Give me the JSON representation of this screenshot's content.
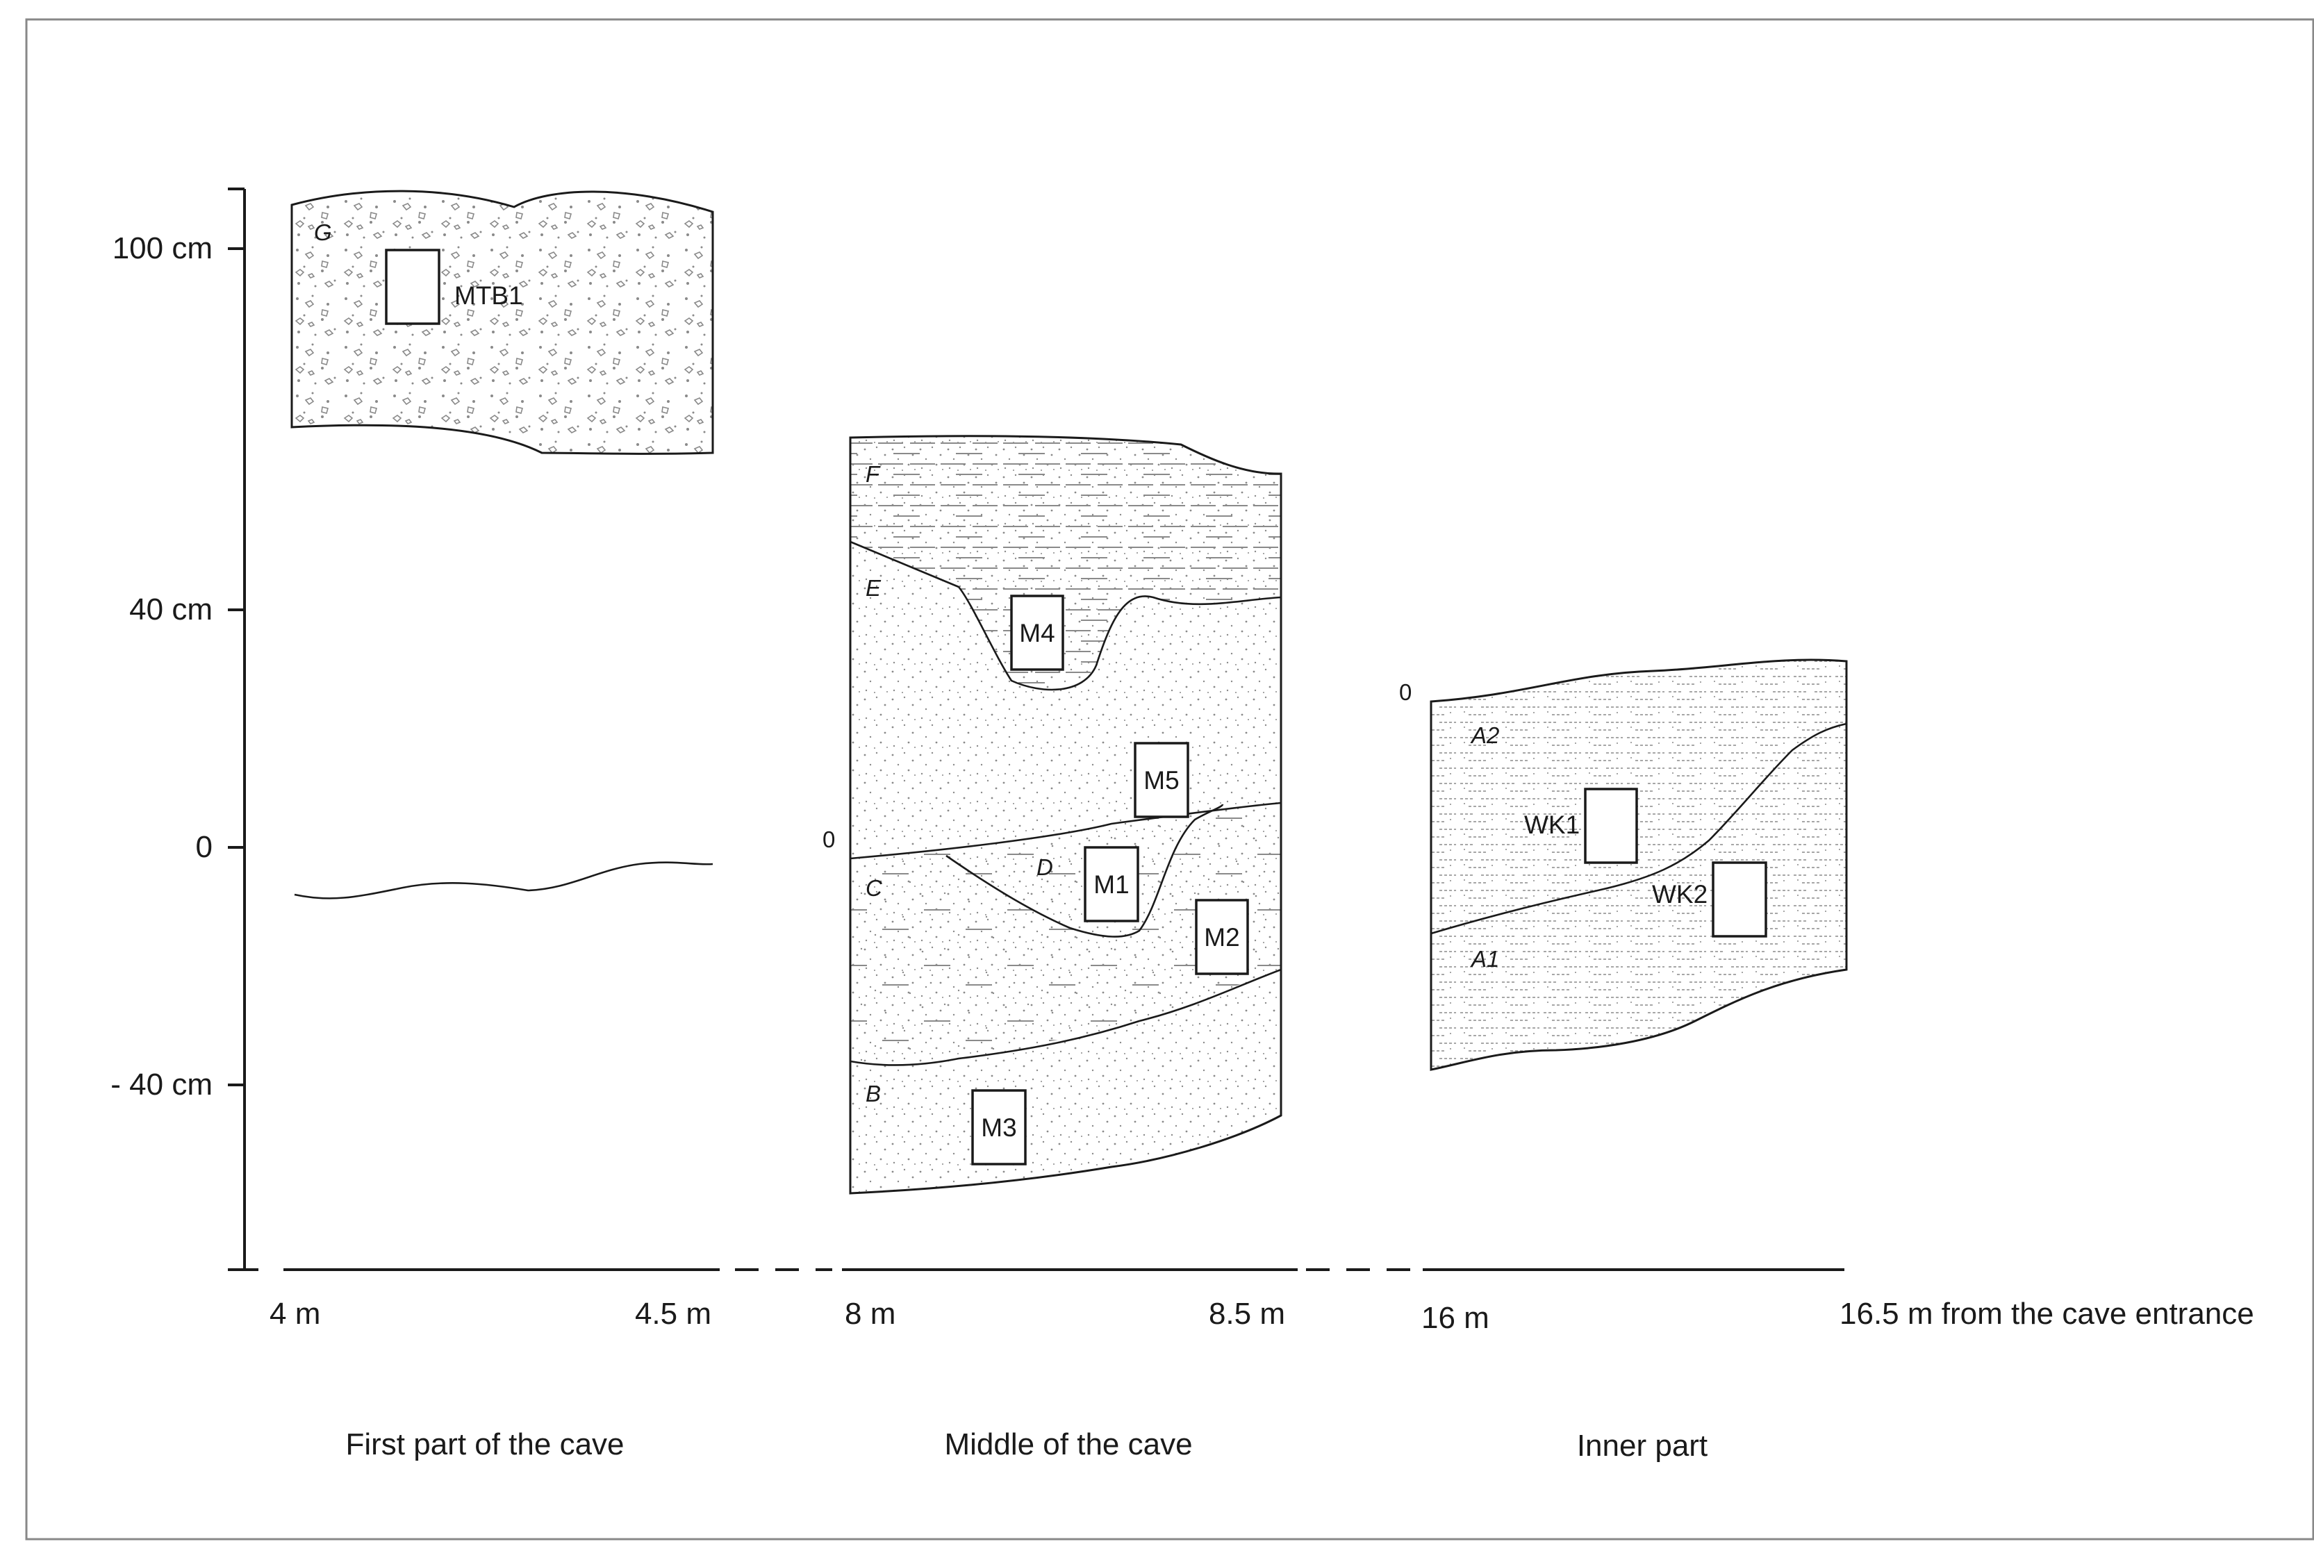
{
  "y_axis": {
    "ticks": [
      {
        "label": "100 cm",
        "value": 100
      },
      {
        "label": "40 cm",
        "value": 40
      },
      {
        "label": "0",
        "value": 0
      },
      {
        "label": "- 40 cm",
        "value": -40
      }
    ]
  },
  "x_axis": {
    "distances": [
      "4 m",
      "4.5 m",
      "8 m",
      "8.5 m",
      "16 m",
      "16.5 m from the cave entrance"
    ]
  },
  "sections": [
    {
      "name": "First part of the cave",
      "layers": [
        "G"
      ],
      "samples": [
        "MTB1"
      ]
    },
    {
      "name": "Middle of the cave",
      "layers": [
        "F",
        "E",
        "D",
        "C",
        "B"
      ],
      "samples": [
        "M4",
        "M5",
        "M1",
        "M2",
        "M3"
      ],
      "zero_label": "0"
    },
    {
      "name": "Inner part",
      "layers": [
        "A2",
        "A1"
      ],
      "samples": [
        "WK1",
        "WK2"
      ],
      "zero_label": "0"
    }
  ],
  "colors": {
    "line": "#1a1a1a",
    "pattern": "#8a8a8a",
    "background": "#ffffff"
  }
}
